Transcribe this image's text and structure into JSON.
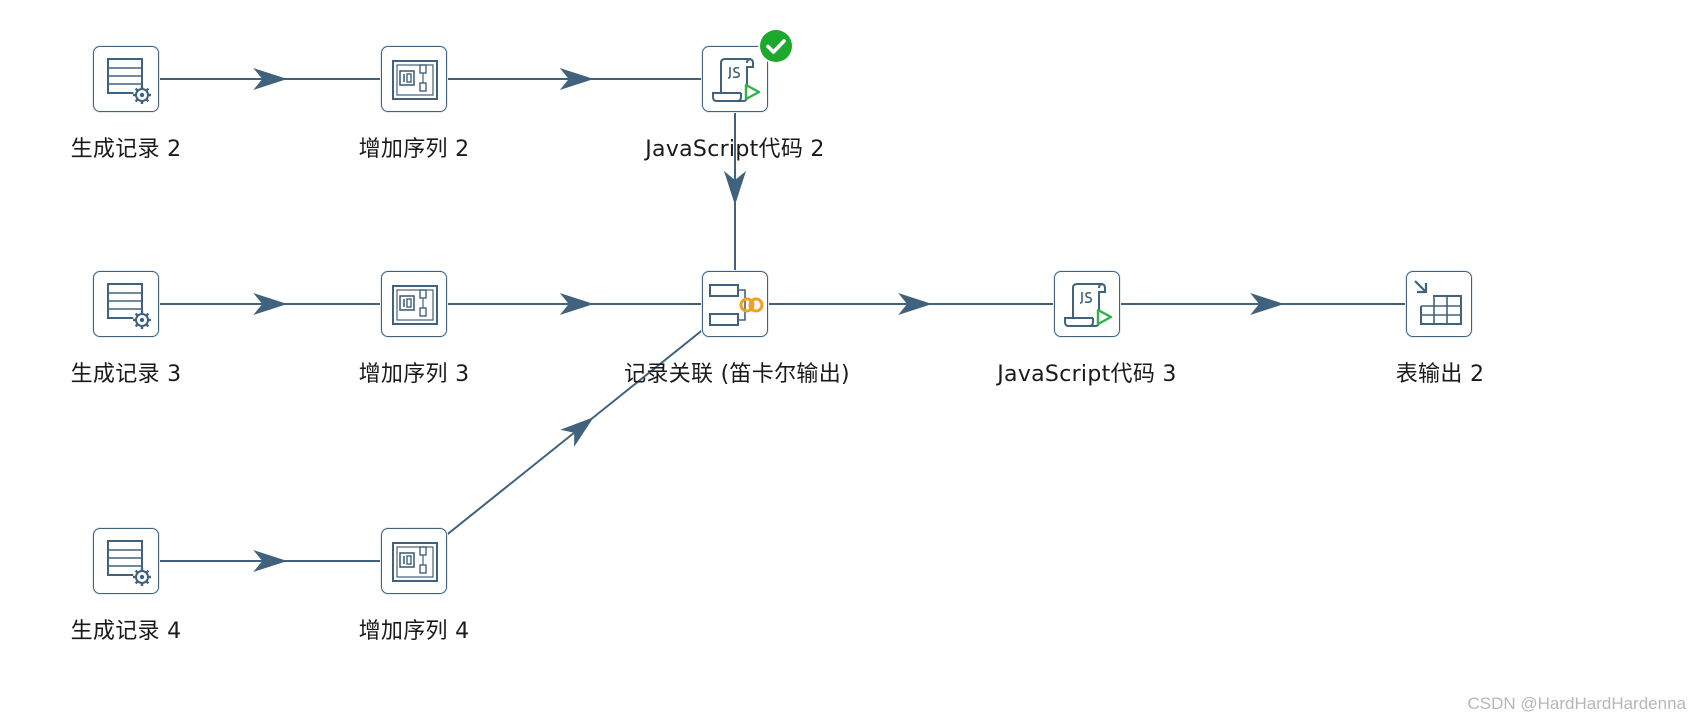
{
  "steps": {
    "gen2": {
      "label": "生成记录 2",
      "icon": "generate-rows-icon"
    },
    "seq2": {
      "label": "增加序列 2",
      "icon": "add-sequence-icon"
    },
    "js2": {
      "label": "JavaScript代码 2",
      "icon": "javascript-icon",
      "status": "success"
    },
    "gen3": {
      "label": "生成记录 3",
      "icon": "generate-rows-icon"
    },
    "seq3": {
      "label": "增加序列 3",
      "icon": "add-sequence-icon"
    },
    "join": {
      "label": "记录关联 (笛卡尔输出)",
      "icon": "join-rows-icon"
    },
    "js3": {
      "label": "JavaScript代码 3",
      "icon": "javascript-icon"
    },
    "out2": {
      "label": "表输出 2",
      "icon": "table-output-icon"
    },
    "gen4": {
      "label": "生成记录 4",
      "icon": "generate-rows-icon"
    },
    "seq4": {
      "label": "增加序列 4",
      "icon": "add-sequence-icon"
    }
  },
  "hops": [
    [
      "gen2",
      "seq2"
    ],
    [
      "seq2",
      "js2"
    ],
    [
      "js2",
      "join"
    ],
    [
      "gen3",
      "seq3"
    ],
    [
      "seq3",
      "join"
    ],
    [
      "join",
      "js3"
    ],
    [
      "js3",
      "out2"
    ],
    [
      "gen4",
      "seq4"
    ],
    [
      "seq4",
      "join"
    ]
  ],
  "watermark": "CSDN @HardHardHardenna",
  "colors": {
    "hop": "#41627c",
    "success": "#1fa82e",
    "js_play": "#2db34a",
    "join_rings": "#f0a020"
  }
}
